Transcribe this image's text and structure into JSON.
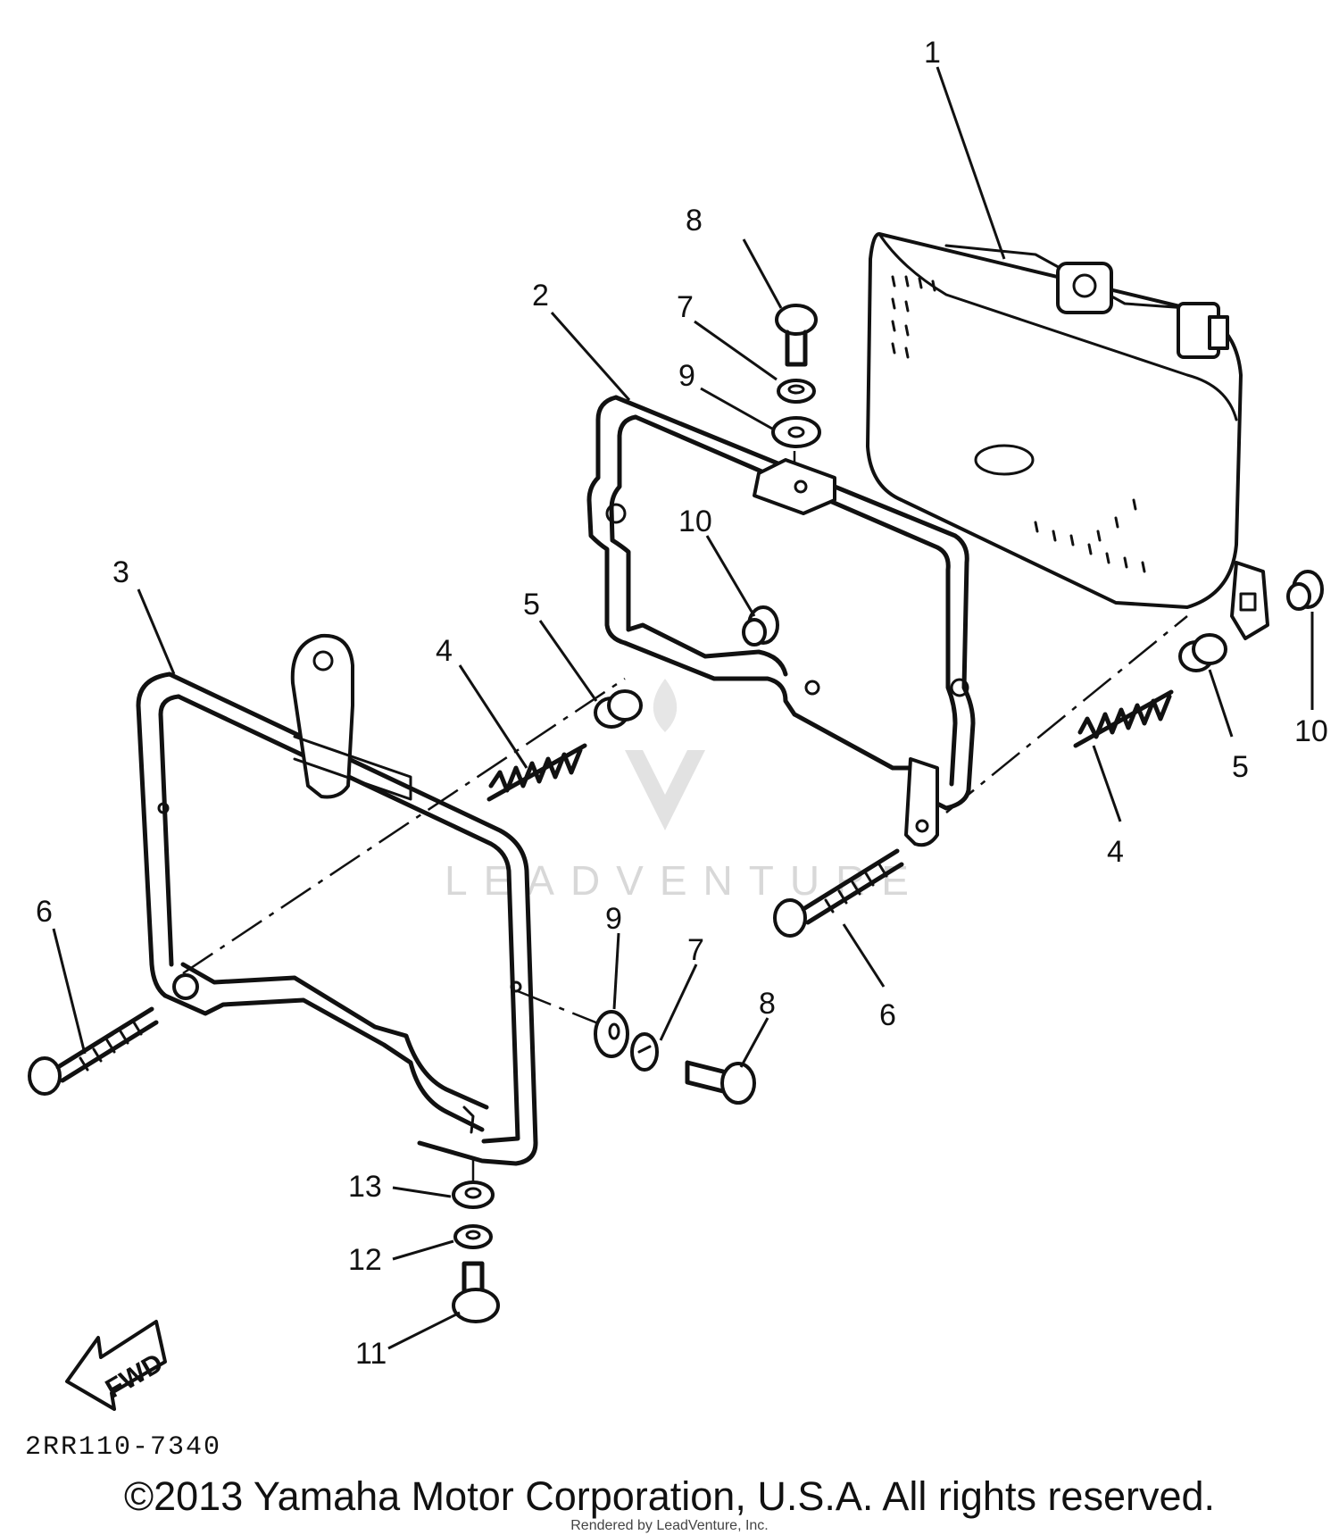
{
  "diagram": {
    "callouts": [
      "1",
      "2",
      "3",
      "4",
      "5",
      "6",
      "7",
      "8",
      "9",
      "10",
      "11",
      "12",
      "13"
    ],
    "direction_arrow_label": "FWD",
    "drawing_code": "2RR110-7340",
    "watermark": "LEADVENTURE"
  },
  "footer": {
    "copyright": "©2013 Yamaha Motor Corporation, U.S.A. All rights reserved.",
    "rendered_by": "Rendered by LeadVenture, Inc."
  }
}
